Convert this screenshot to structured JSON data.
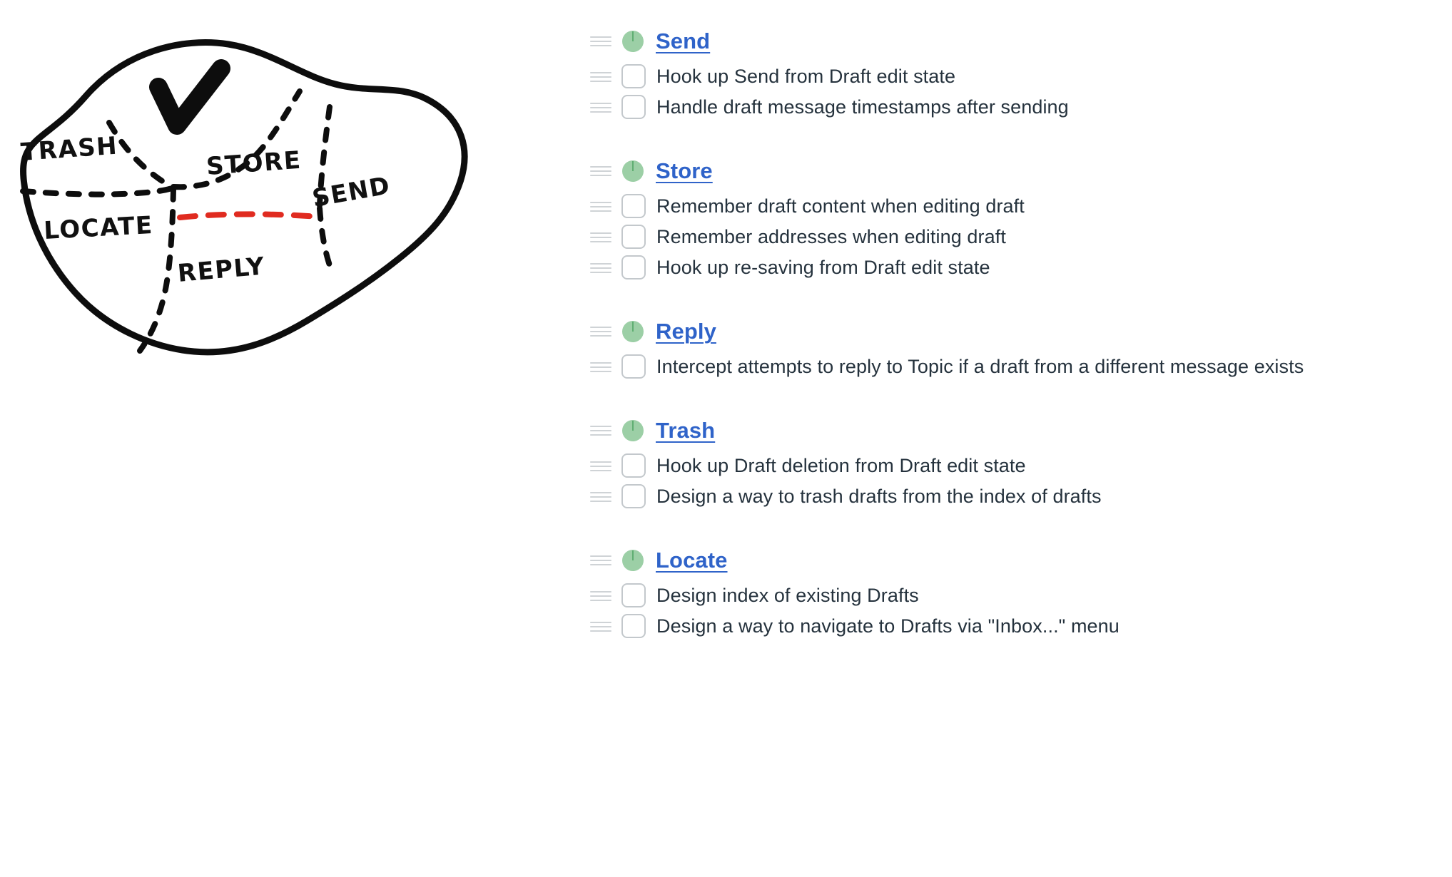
{
  "diagram": {
    "type": "hand-drawn-blob-sketch",
    "checkmark": "✓",
    "regions": [
      "TRASH",
      "STORE",
      "SEND",
      "LOCATE",
      "REPLY"
    ],
    "colors": {
      "outline": "#0d0d0d",
      "divider": "#0d0d0d",
      "highlight_divider": "#e02b20"
    }
  },
  "checklist": {
    "colors": {
      "link": "#2f63c9",
      "text": "#25323d",
      "bullet_fill": "#9ccfa6",
      "bullet_stroke": "#5fae72",
      "checkbox_border": "#c3c8cc",
      "handle": "#cfd3d6"
    },
    "groups": [
      {
        "title": "Send",
        "bullet": "pie-progress-icon",
        "handle": "drag-handle-icon",
        "tasks": [
          "Hook up Send from Draft edit state",
          "Handle draft message timestamps after sending"
        ]
      },
      {
        "title": "Store",
        "bullet": "pie-progress-icon",
        "handle": "drag-handle-icon",
        "tasks": [
          "Remember draft content when editing draft",
          "Remember addresses when editing draft",
          "Hook up re-saving from Draft edit state"
        ]
      },
      {
        "title": "Reply",
        "bullet": "pie-progress-icon",
        "handle": "drag-handle-icon",
        "tasks": [
          "Intercept attempts to reply to Topic if a draft from a different message exists"
        ]
      },
      {
        "title": "Trash",
        "bullet": "pie-progress-icon",
        "handle": "drag-handle-icon",
        "tasks": [
          "Hook up Draft deletion from Draft edit state",
          "Design a way to trash drafts from the index of drafts"
        ]
      },
      {
        "title": "Locate",
        "bullet": "pie-progress-icon",
        "handle": "drag-handle-icon",
        "tasks": [
          "Design index of existing Drafts",
          "Design a way to navigate to Drafts via \"Inbox...\" menu"
        ]
      }
    ]
  }
}
